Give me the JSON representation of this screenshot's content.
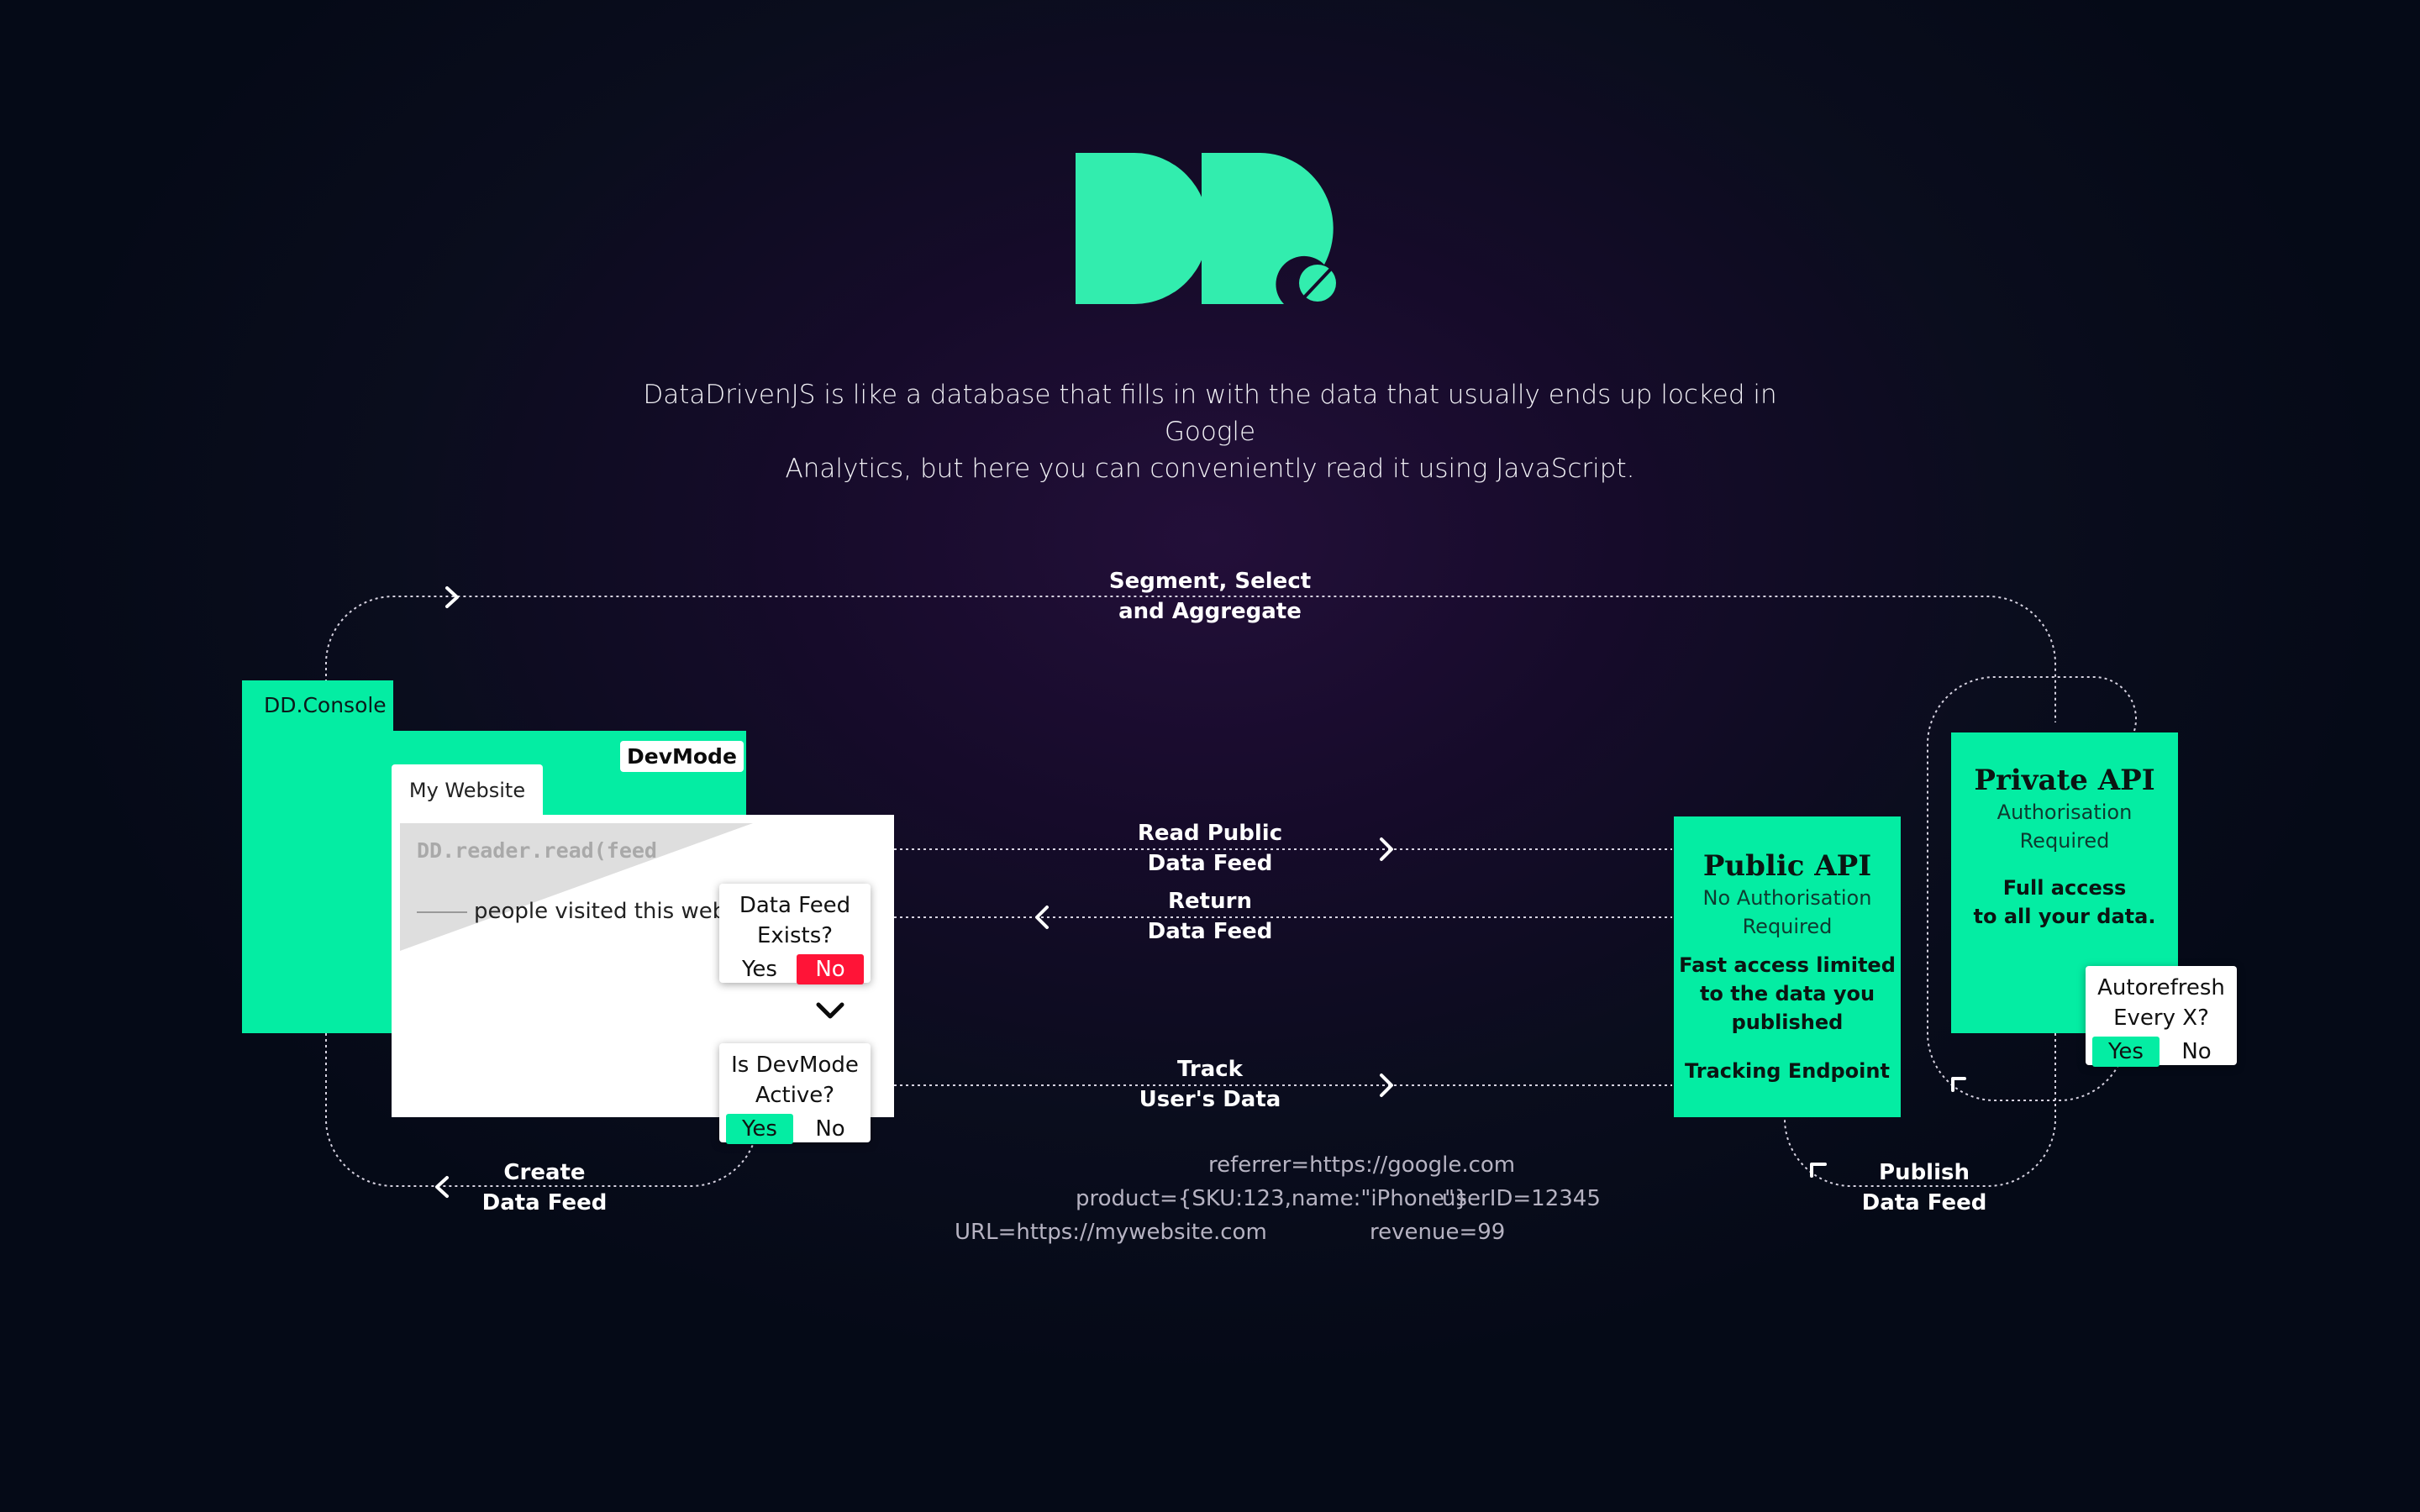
{
  "logo": {
    "text": "DD.",
    "color": "#32edae"
  },
  "intro": {
    "line1": "DataDrivenJS is like a database that fills in with the data that usually ends up locked in Google",
    "line2": "Analytics, but here you can conveniently read it using JavaScript."
  },
  "colors": {
    "accent": "#04eda3",
    "no_active": "#ff1437",
    "connector": "#d6d2e0"
  },
  "flows": {
    "segment": {
      "l1": "Segment, Select",
      "l2": "and Aggregate"
    },
    "read_public": {
      "l1": "Read Public",
      "l2": "Data Feed"
    },
    "return_feed": {
      "l1": "Return",
      "l2": "Data Feed"
    },
    "track": {
      "l1": "Track",
      "l2": "User's Data"
    },
    "create_feed": {
      "l1": "Create",
      "l2": "Data Feed"
    },
    "publish_feed": {
      "l1": "Publish",
      "l2": "Data Feed"
    }
  },
  "console": {
    "tab_label": "DD.Console",
    "devmode_label": "DevMode",
    "website_tab": "My Website",
    "code": "DD.reader.read(feed",
    "visitors_text": "people visited this website"
  },
  "cards": {
    "feed_exists": {
      "q1": "Data Feed",
      "q2": "Exists?",
      "yes": "Yes",
      "no": "No",
      "active": "no"
    },
    "devmode_active": {
      "q1": "Is DevMode",
      "q2": "Active?",
      "yes": "Yes",
      "no": "No",
      "active": "yes"
    },
    "autorefresh": {
      "q1": "Autorefresh",
      "q2": "Every X?",
      "yes": "Yes",
      "no": "No",
      "active": "yes"
    }
  },
  "public_api": {
    "title": "Public API",
    "sub1": "No Authorisation",
    "sub2": "Required",
    "desc1": "Fast access limited",
    "desc2": "to the data you",
    "desc3": "published",
    "endpoint": "Tracking Endpoint"
  },
  "private_api": {
    "title": "Private API",
    "sub1": "Authorisation",
    "sub2": "Required",
    "desc1": "Full access",
    "desc2": "to all your data."
  },
  "payload": {
    "referrer": "referrer=https://google.com",
    "product": "product={SKU:123,name:\"iPhone\"}",
    "user_id": "userID=12345",
    "url": "URL=https://mywebsite.com",
    "revenue": "revenue=99"
  }
}
